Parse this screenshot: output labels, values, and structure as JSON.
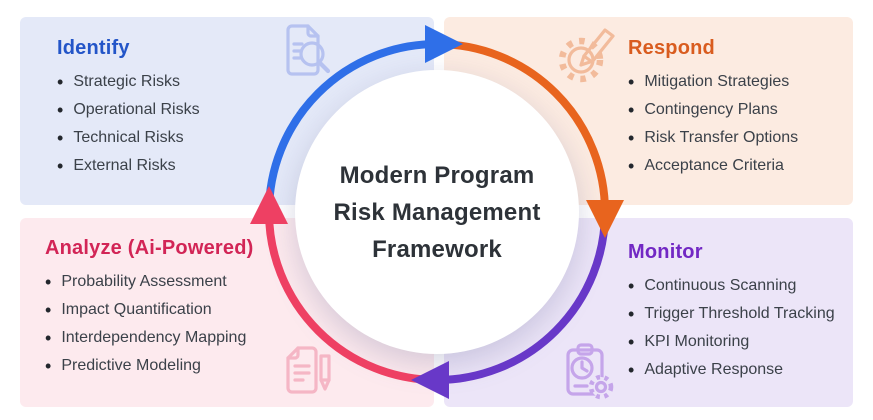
{
  "title": {
    "lines": [
      "Modern Program",
      "Risk Management",
      "Framework"
    ]
  },
  "quadrants": [
    {
      "id": "identify",
      "heading": "Identify",
      "icon": "document-search-icon",
      "items": [
        "Strategic Risks",
        "Operational Risks",
        "Technical Risks",
        "External Risks"
      ]
    },
    {
      "id": "respond",
      "heading": "Respond",
      "icon": "gear-pencil-icon",
      "items": [
        "Mitigation Strategies",
        "Contingency Plans",
        "Risk Transfer Options",
        "Acceptance Criteria"
      ]
    },
    {
      "id": "analyze",
      "heading": "Analyze (Ai-Powered)",
      "icon": "document-pen-icon",
      "items": [
        "Probability Assessment",
        "Impact Quantification",
        "Interdependency Mapping",
        "Predictive Modeling"
      ]
    },
    {
      "id": "monitor",
      "heading": "Monitor",
      "icon": "clipboard-gear-icon",
      "items": [
        "Continuous Scanning",
        "Trigger Threshold Tracking",
        "KPI Monitoring",
        "Adaptive Response"
      ]
    }
  ],
  "cycle": {
    "direction": "clockwise",
    "order": [
      "Identify",
      "Respond",
      "Monitor",
      "Analyze (Ai-Powered)"
    ]
  },
  "colors": {
    "bg-identify": "#e4e9f8",
    "bg-respond": "#fcebe1",
    "bg-analyze": "#fdeaee",
    "bg-monitor": "#ece5f8",
    "heading-identify": "#2355c8",
    "heading-respond": "#d95c1f",
    "heading-analyze": "#d22556",
    "heading-monitor": "#7228c4",
    "arc-identify": "#2f6fe8",
    "arc-respond": "#e8641e",
    "arc-monitor": "#6838c8",
    "arc-analyze": "#ee4063",
    "icon-identify": "#b6c2f0",
    "icon-respond": "#f2bb9b",
    "icon-analyze": "#f5b6c5",
    "icon-monitor": "#c5a5ea",
    "text": "#3b4149",
    "title": "#2d3238"
  }
}
